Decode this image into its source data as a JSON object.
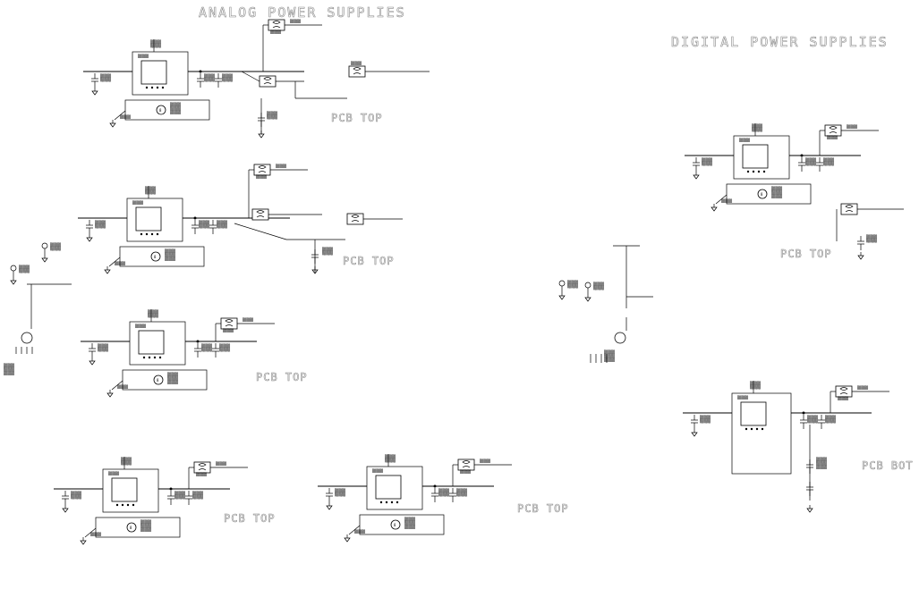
{
  "titles": {
    "analog": "ANALOG POWER SUPPLIES",
    "digital": "DIGITAL POWER SUPPLIES"
  },
  "pcb_labels": [
    "PCB TOP",
    "PCB TOP",
    "PCB TOP",
    "PCB TOP",
    "PCB TOP",
    "PCB TOP",
    "PCB BOT"
  ]
}
